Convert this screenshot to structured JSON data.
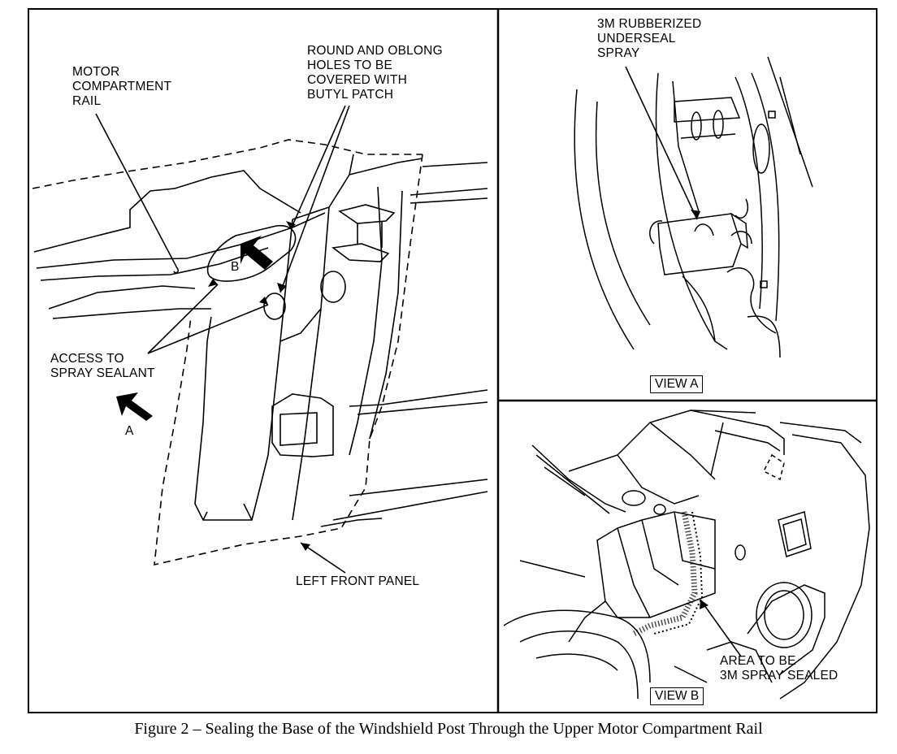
{
  "labels": {
    "motor_rail": "MOTOR\nCOMPARTMENT\nRAIL",
    "holes": "ROUND AND OBLONG\nHOLES TO BE\nCOVERED WITH\nBUTYL PATCH",
    "access": "ACCESS TO\nSPRAY SEALANT",
    "b_marker": "B",
    "a_marker": "A",
    "left_panel": "LEFT FRONT PANEL",
    "underseal": "3M RUBBERIZED\nUNDERSEAL\nSPRAY",
    "view_a": "VIEW A",
    "area_sealed": "AREA TO BE\n3M SPRAY SEALED",
    "view_b": "VIEW B"
  },
  "caption": "Figure 2 – Sealing the Base of the Windshield Post Through the Upper Motor Compartment Rail"
}
